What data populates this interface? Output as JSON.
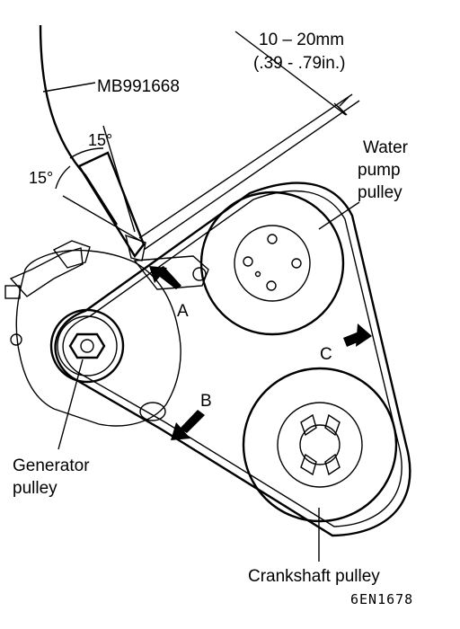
{
  "labels": {
    "tool": "MB991668",
    "deflection_mm": "10 – 20mm",
    "deflection_in": "(.39 - .79in.)",
    "water_pump_1": "Water",
    "water_pump_2": "pump",
    "water_pump_3": "pulley",
    "angle_a": "15°",
    "angle_b": "15°",
    "point_a": "A",
    "point_b": "B",
    "point_c": "C",
    "generator_1": "Generator",
    "generator_2": "pulley",
    "crankshaft": "Crankshaft pulley",
    "figure_code": "6EN1678"
  }
}
